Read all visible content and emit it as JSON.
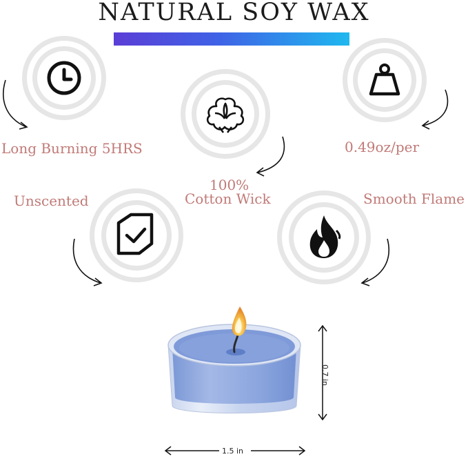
{
  "title": "NATURAL SOY WAX",
  "colors": {
    "gradient_start": "#5b3ed6",
    "gradient_end": "#1fb8ef",
    "label": "#c07a77",
    "ring": "#e6e6e6",
    "candle_wax": "#8aa6de"
  },
  "features": {
    "burning": {
      "label": "Long Burning 5HRS",
      "icon": "clock-icon"
    },
    "cotton": {
      "label_line1": "100%",
      "label_line2": "Cotton Wick",
      "icon": "cotton-icon"
    },
    "weight": {
      "label": "0.49oz/per",
      "icon": "weight-icon"
    },
    "unscented": {
      "label": "Unscented",
      "icon": "shield-check-icon"
    },
    "flame": {
      "label": "Smooth Flame",
      "icon": "flame-icon"
    }
  },
  "dimensions": {
    "width": "1.5 in",
    "height": "0.7 in"
  }
}
